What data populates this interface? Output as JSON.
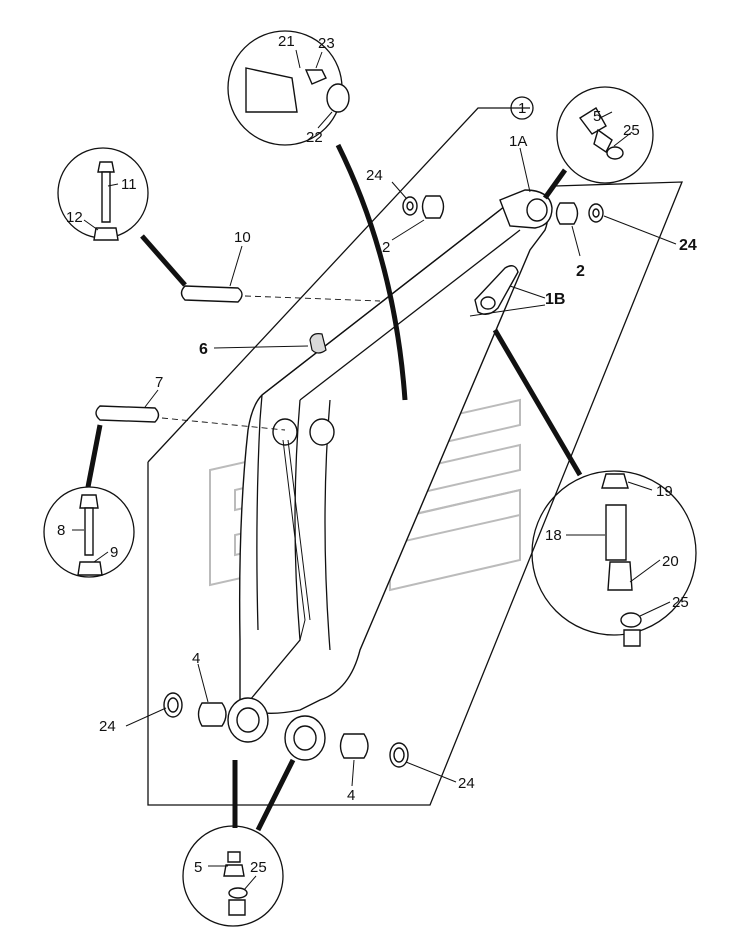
{
  "diagram": {
    "callouts": {
      "c1": "1",
      "c1a": "1A",
      "c1b": "1B",
      "c2a": "2",
      "c2b": "2",
      "c4a": "4",
      "c4b": "4",
      "c5a": "5",
      "c5b": "5",
      "c6": "6",
      "c7": "7",
      "c8": "8",
      "c9": "9",
      "c10": "10",
      "c11": "11",
      "c12": "12",
      "c18": "18",
      "c19": "19",
      "c20": "20",
      "c21": "21",
      "c22": "22",
      "c23": "23",
      "c24a": "24",
      "c24b": "24",
      "c24c": "24",
      "c24d": "24",
      "c25a": "25",
      "c25b": "25",
      "c25c": "25"
    }
  }
}
